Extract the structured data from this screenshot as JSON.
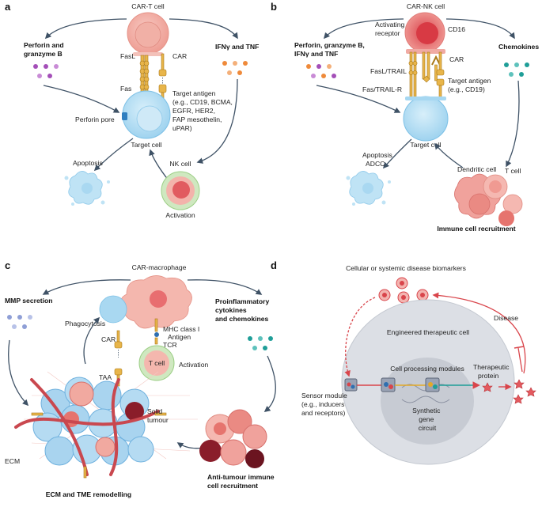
{
  "panel_a": {
    "letter": "a",
    "car_t_cell": "CAR-T cell",
    "perforin_granzyme": [
      "Perforin and",
      "granzyme B"
    ],
    "ifn_tnf": "IFNγ and TNF",
    "fasl": "FasL",
    "car": "CAR",
    "fas": "Fas",
    "target_antigen": [
      "Target antigen",
      "(e.g., CD19, BCMA,",
      "EGFR, HER2,",
      "FAP mesothelin,",
      "uPAR)"
    ],
    "perforin_pore": "Perforin pore",
    "target_cell": "Target cell",
    "apoptosis": "Apoptosis",
    "nk_cell": "NK cell",
    "activation": "Activation"
  },
  "panel_b": {
    "letter": "b",
    "car_nk_cell": "CAR-NK cell",
    "perforin_granzyme": [
      "Perforin, granzyme B,",
      "IFNγ and TNF"
    ],
    "chemokines": "Chemokines",
    "activating_receptor": [
      "Activating",
      "receptor"
    ],
    "cd16": "CD16",
    "car": "CAR",
    "fasl_trail": "FasL/TRAIL",
    "fas_trail_r": "Fas/TRAIL-R",
    "target_antigen": [
      "Target antigen",
      "(e.g., CD19)"
    ],
    "target_cell": "Target cell",
    "apoptosis": [
      "Apoptosis",
      "ADCC"
    ],
    "dendritic_cell": "Dendritic cell",
    "t_cell": "T cell",
    "immune_recruitment": "Immune cell recruitment"
  },
  "panel_c": {
    "letter": "c",
    "car_macrophage": "CAR-macrophage",
    "mmp_secretion": "MMP secretion",
    "proinflammatory": [
      "Proinflammatory",
      "cytokines",
      "and chemokines"
    ],
    "phagocytosis": "Phagocytosis",
    "car": "CAR",
    "mhc": "MHC class I",
    "antigen": "Antigen",
    "tcr": "TCR",
    "t_cell": "T cell",
    "activation": "Activation",
    "taa": "TAA",
    "solid_tumour": [
      "Solid",
      "tumour"
    ],
    "ecm": "ECM",
    "ecm_tme": "ECM and TME remodelling",
    "anti_tumour": [
      "Anti-tumour immune",
      "cell recruitment"
    ]
  },
  "panel_d": {
    "letter": "d",
    "biomarkers": "Cellular or systemic disease biomarkers",
    "disease": "Disease",
    "engineered_cell": "Engineered therapeutic  cell",
    "processing_modules": "Cell processing modules",
    "therapeutic_protein": [
      "Therapeutic",
      "protein"
    ],
    "sensor_module": [
      "Sensor module",
      "(e.g., inducers",
      "and receptors)"
    ],
    "gene_circuit": [
      "Synthetic",
      "gene",
      "circuit"
    ]
  },
  "colors": {
    "arrow": "#3f5266",
    "car_t": "#f1a9a0",
    "target_cell": "#bfe3f5",
    "gold": "#e8b54a",
    "purple_dots": "#a44fb8",
    "orange_dots": "#ef8a3a",
    "teal_dots": "#1f9e98",
    "disease_red": "#d9454b",
    "engineered_cell": "#dcdfe5"
  }
}
